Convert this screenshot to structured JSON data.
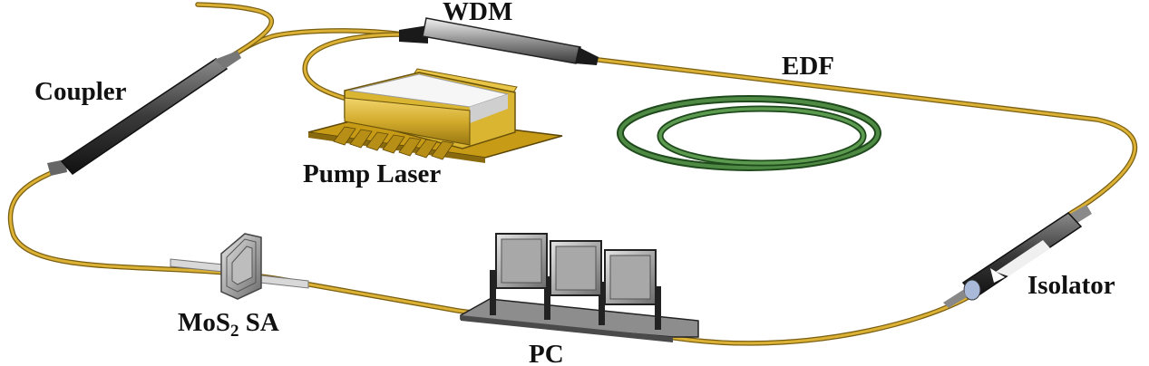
{
  "labels": {
    "wdm": "WDM",
    "edf": "EDF",
    "coupler": "Coupler",
    "pump_laser": "Pump Laser",
    "isolator": "Isolator",
    "pc": "PC",
    "sa_main": "MoS",
    "sa_sub": "2",
    "sa_suffix": " SA"
  },
  "colors": {
    "fiber": "#d4a92a",
    "fiber_edge": "#8a6a12",
    "edf": "#3f7a3a",
    "metal_dark": "#3a3a3a",
    "metal_light": "#cfcfcf",
    "laser_gold": "#d9b531",
    "laser_top": "#f4f4f4"
  }
}
